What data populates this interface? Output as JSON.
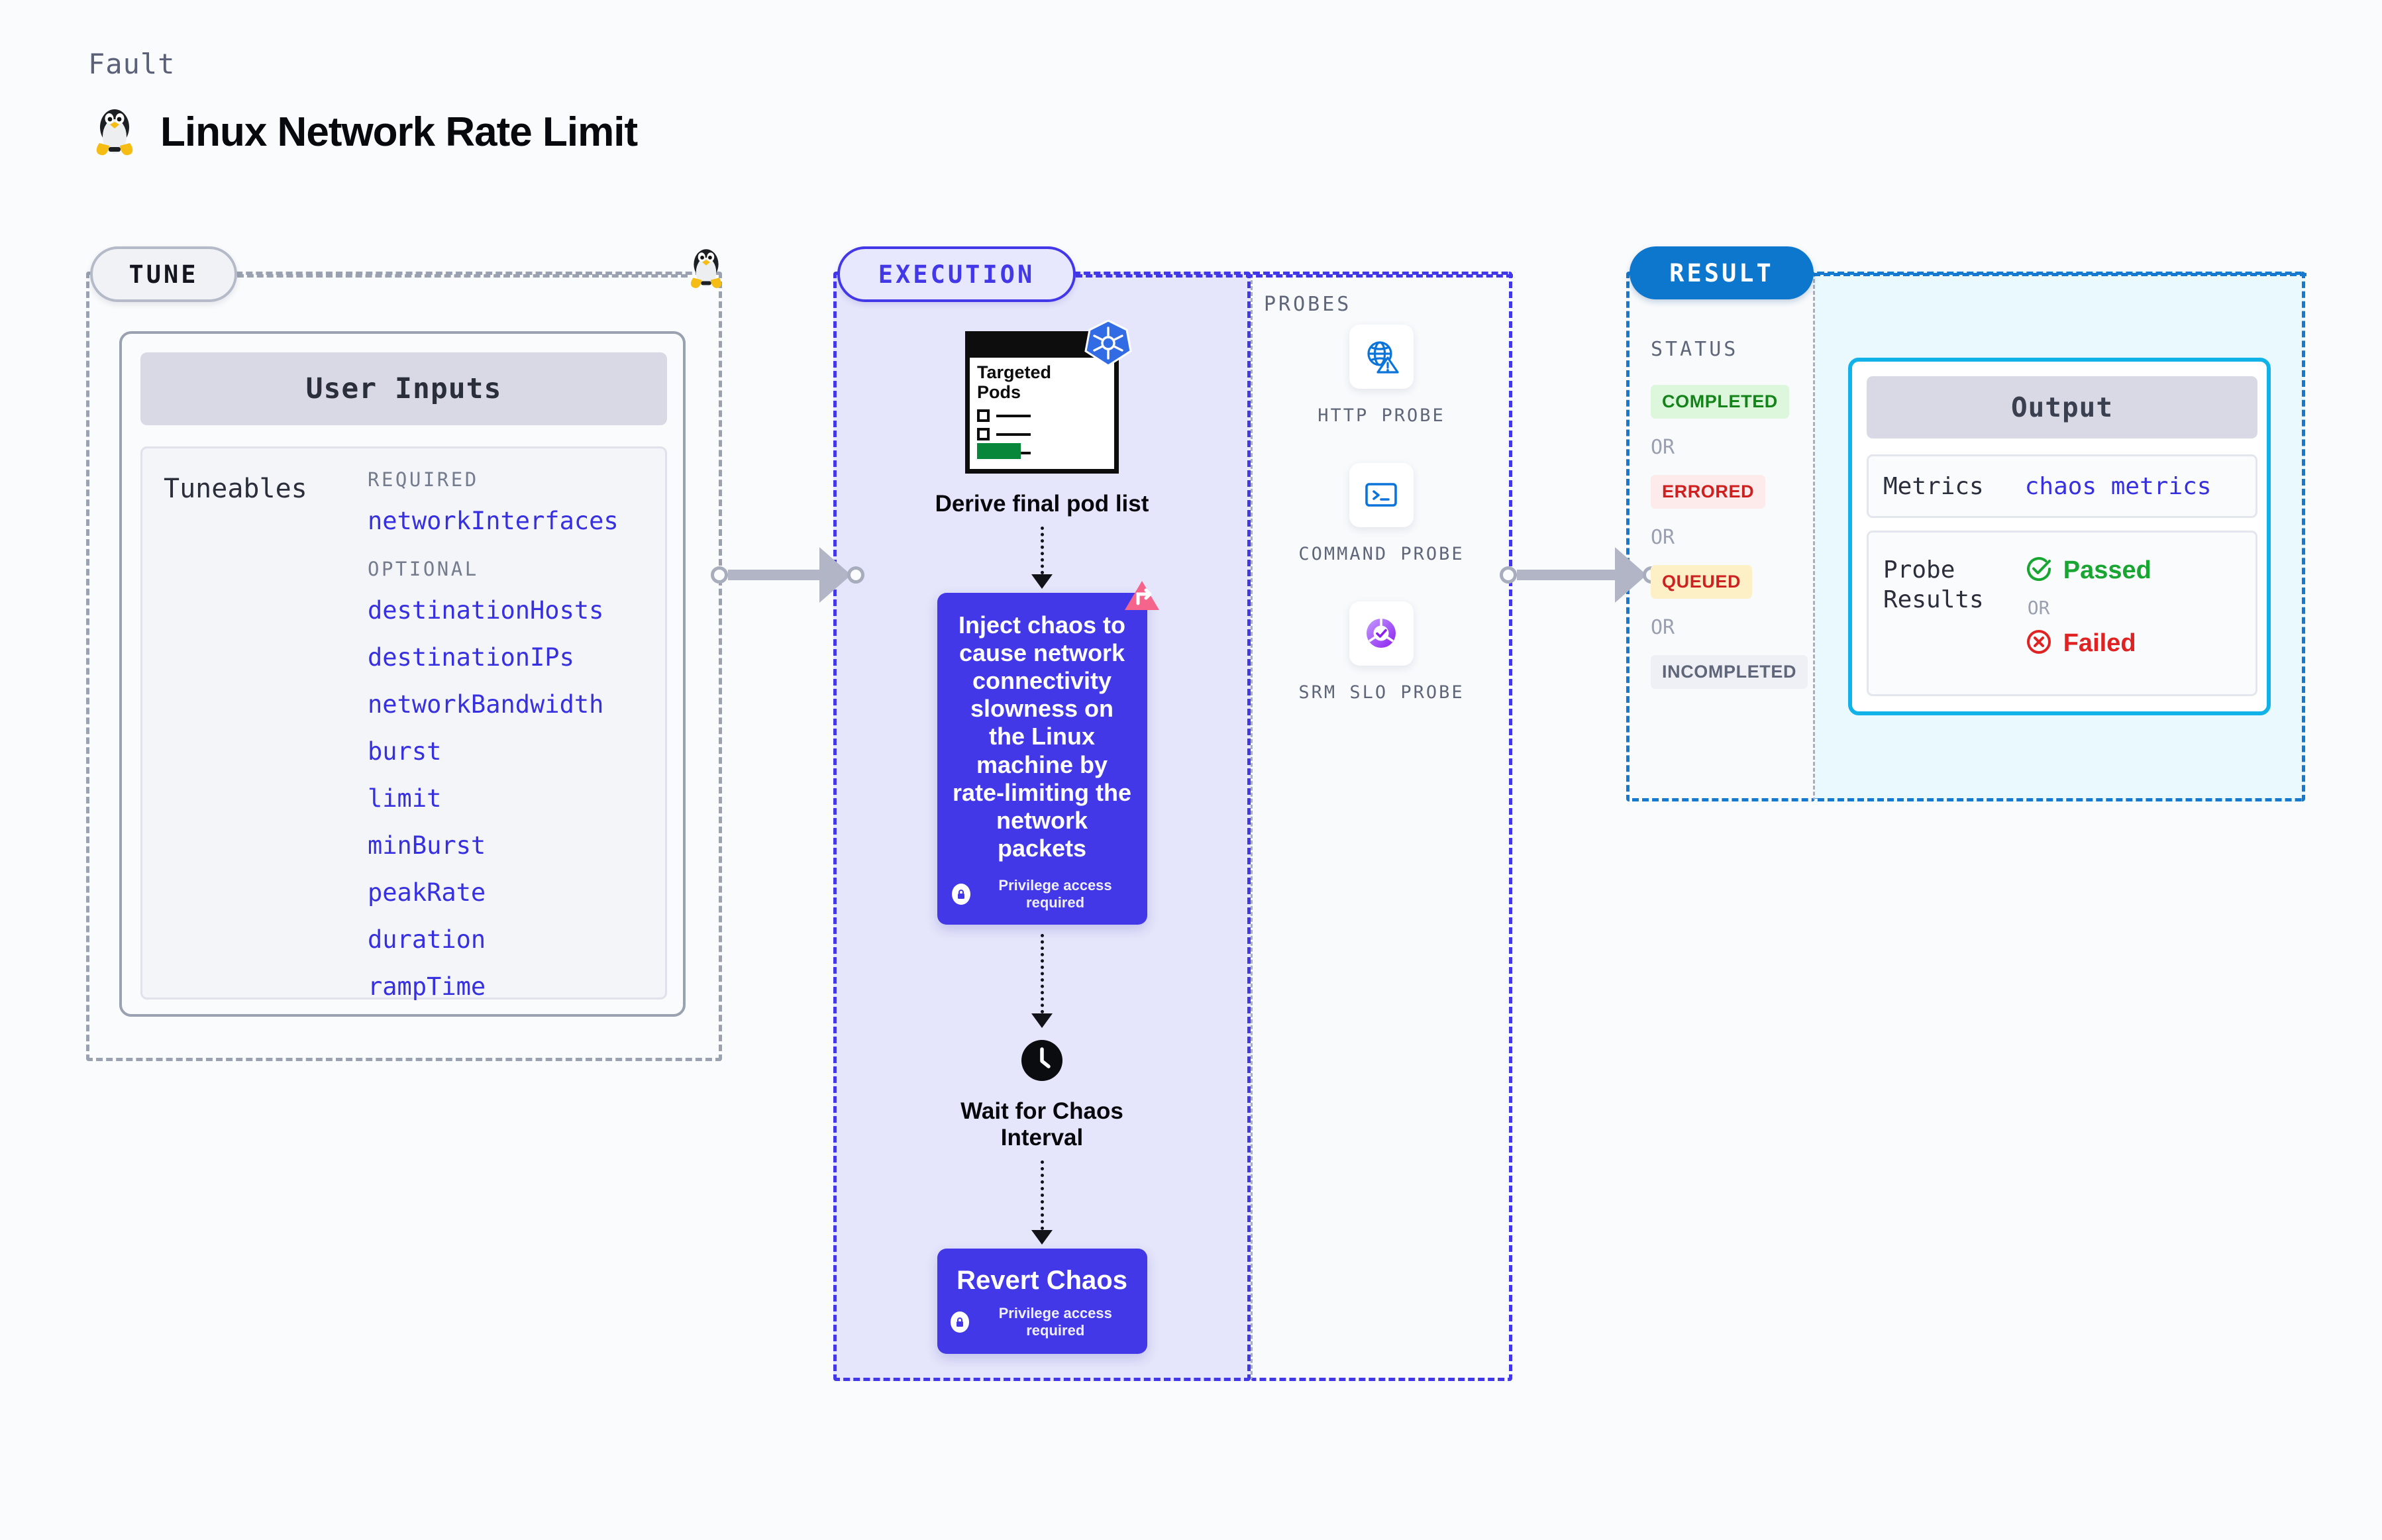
{
  "header": {
    "kicker": "Fault",
    "title": "Linux Network Rate Limit",
    "icon": "linux-penguin-icon"
  },
  "tune": {
    "pill_label": "TUNE",
    "card_title": "User Inputs",
    "tuneables_label": "Tuneables",
    "required_label": "REQUIRED",
    "optional_label": "OPTIONAL",
    "required": [
      "networkInterfaces"
    ],
    "optional": [
      "destinationHosts",
      "destinationIPs",
      "networkBandwidth",
      "burst",
      "limit",
      "minBurst",
      "peakRate",
      "duration",
      "rampTime"
    ]
  },
  "execution": {
    "pill_label": "EXECUTION",
    "pods_doc_title": "Targeted\nPods",
    "step1_caption": "Derive final pod list",
    "chaos_text": "Inject chaos to cause network connectivity slowness on the Linux machine by rate-limiting the network packets",
    "privilege_note": "Privilege access required",
    "wait_caption": "Wait for Chaos Interval",
    "revert_label": "Revert Chaos",
    "revert_privilege_note": "Privilege access required"
  },
  "probes": {
    "title": "PROBES",
    "items": [
      {
        "name": "HTTP PROBE",
        "icon": "globe-warning-icon"
      },
      {
        "name": "COMMAND PROBE",
        "icon": "terminal-icon"
      },
      {
        "name": "SRM SLO PROBE",
        "icon": "srm-slo-gauge-icon"
      }
    ]
  },
  "result": {
    "pill_label": "RESULT",
    "status_title": "STATUS",
    "or_label": "OR",
    "statuses": [
      {
        "label": "COMPLETED",
        "style": "b-completed"
      },
      {
        "label": "ERRORED",
        "style": "b-errored"
      },
      {
        "label": "QUEUED",
        "style": "b-queued"
      },
      {
        "label": "INCOMPLETED",
        "style": "b-incomplete"
      }
    ],
    "output": {
      "title": "Output",
      "metrics_key": "Metrics",
      "metrics_value": "chaos metrics",
      "probe_results_key": "Probe\nResults",
      "passed_label": "Passed",
      "failed_label": "Failed",
      "or_label": "OR"
    }
  },
  "colors": {
    "accent_purple": "#4338e8",
    "accent_blue": "#0d76cd",
    "accent_cyan": "#11b2e8",
    "pass_green": "#19a531",
    "fail_red": "#e02222",
    "queued_amber": "#fdf0c6",
    "muted_gray": "#9aa1b0"
  }
}
